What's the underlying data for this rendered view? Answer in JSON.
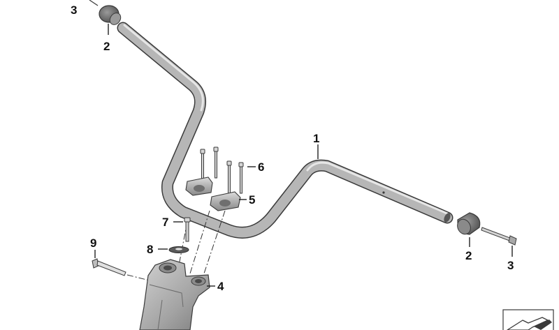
{
  "diagram": {
    "callouts": [
      {
        "id": "label-1",
        "text": "1"
      },
      {
        "id": "label-2-left",
        "text": "2"
      },
      {
        "id": "label-2-right",
        "text": "2"
      },
      {
        "id": "label-3-left",
        "text": "3"
      },
      {
        "id": "label-3-right",
        "text": "3"
      },
      {
        "id": "label-4",
        "text": "4"
      },
      {
        "id": "label-5",
        "text": "5"
      },
      {
        "id": "label-6",
        "text": "6"
      },
      {
        "id": "label-7",
        "text": "7"
      },
      {
        "id": "label-8",
        "text": "8"
      },
      {
        "id": "label-9",
        "text": "9"
      }
    ],
    "parts": [
      "handlebar",
      "bar-end-weight",
      "bar-end-screw",
      "handlebar-clamp-base",
      "handlebar-clamp-top",
      "clamp-screw",
      "mounting-bolt",
      "washer",
      "long-bolt"
    ],
    "icon": "hand-pointer-icon",
    "colors": {
      "metal": "#b4b4b4",
      "metal_dark": "#6f6f6f",
      "outline": "#3a3a3a",
      "ink": "#111111"
    }
  }
}
